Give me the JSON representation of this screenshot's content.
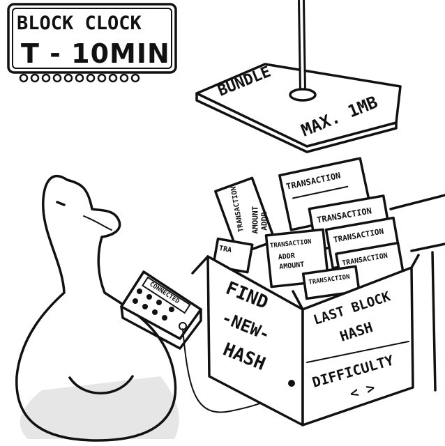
{
  "clock": {
    "title": "BLOCK CLOCK",
    "time": "T - 10MIN"
  },
  "bundle": {
    "label": "BUNDLE",
    "limit": "MAX. 1MB"
  },
  "transactions": [
    {
      "title": "TRANSACTION"
    },
    {
      "title": "TRANSACTION"
    },
    {
      "title": "TRANSACTION"
    },
    {
      "title": "TRANSACTION"
    },
    {
      "title": "TRANSACTION"
    },
    {
      "title": "TRANSACTION",
      "line1": "AMOUNT",
      "line2": "ADDR"
    },
    {
      "title": "TRANSACTION",
      "line1": "ADDR",
      "line2": "AMOUNT"
    },
    {
      "title": "TRA"
    }
  ],
  "box": {
    "front": [
      "FIND",
      "-NEW-",
      "HASH"
    ],
    "side": [
      "LAST BLOCK",
      "HASH",
      "DIFFICULTY",
      "< >"
    ]
  },
  "device": {
    "label": "CONNECTED"
  },
  "colors": {
    "ink": "#111111",
    "shade": "#e6e6e6"
  }
}
